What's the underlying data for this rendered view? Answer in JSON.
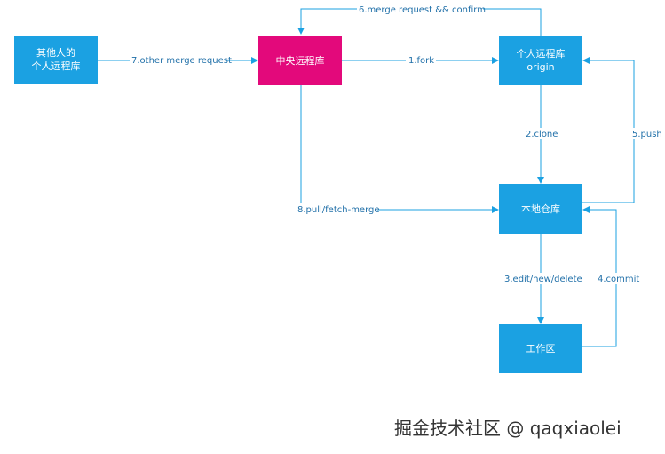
{
  "nodes": {
    "others_remote": {
      "line1": "其他人的",
      "line2": "个人远程库"
    },
    "central_remote": {
      "label": "中央远程库"
    },
    "personal_remote": {
      "line1": "个人远程库",
      "line2": "origin"
    },
    "local_repo": {
      "label": "本地仓库"
    },
    "workspace": {
      "label": "工作区"
    }
  },
  "edges": {
    "fork": "1.fork",
    "clone": "2.clone",
    "edit": "3.edit/new/delete",
    "commit": "4.commit",
    "push": "5.push",
    "merge_confirm": "6.merge request && confirm",
    "other_merge": "7.other merge request",
    "pull_fetch": "8.pull/fetch-merge"
  },
  "colors": {
    "node_blue": "#1ba1e2",
    "node_pink": "#e3097b",
    "line": "#1ba1e2"
  },
  "watermark": "掘金技术社区 @ qaqxiaolei"
}
